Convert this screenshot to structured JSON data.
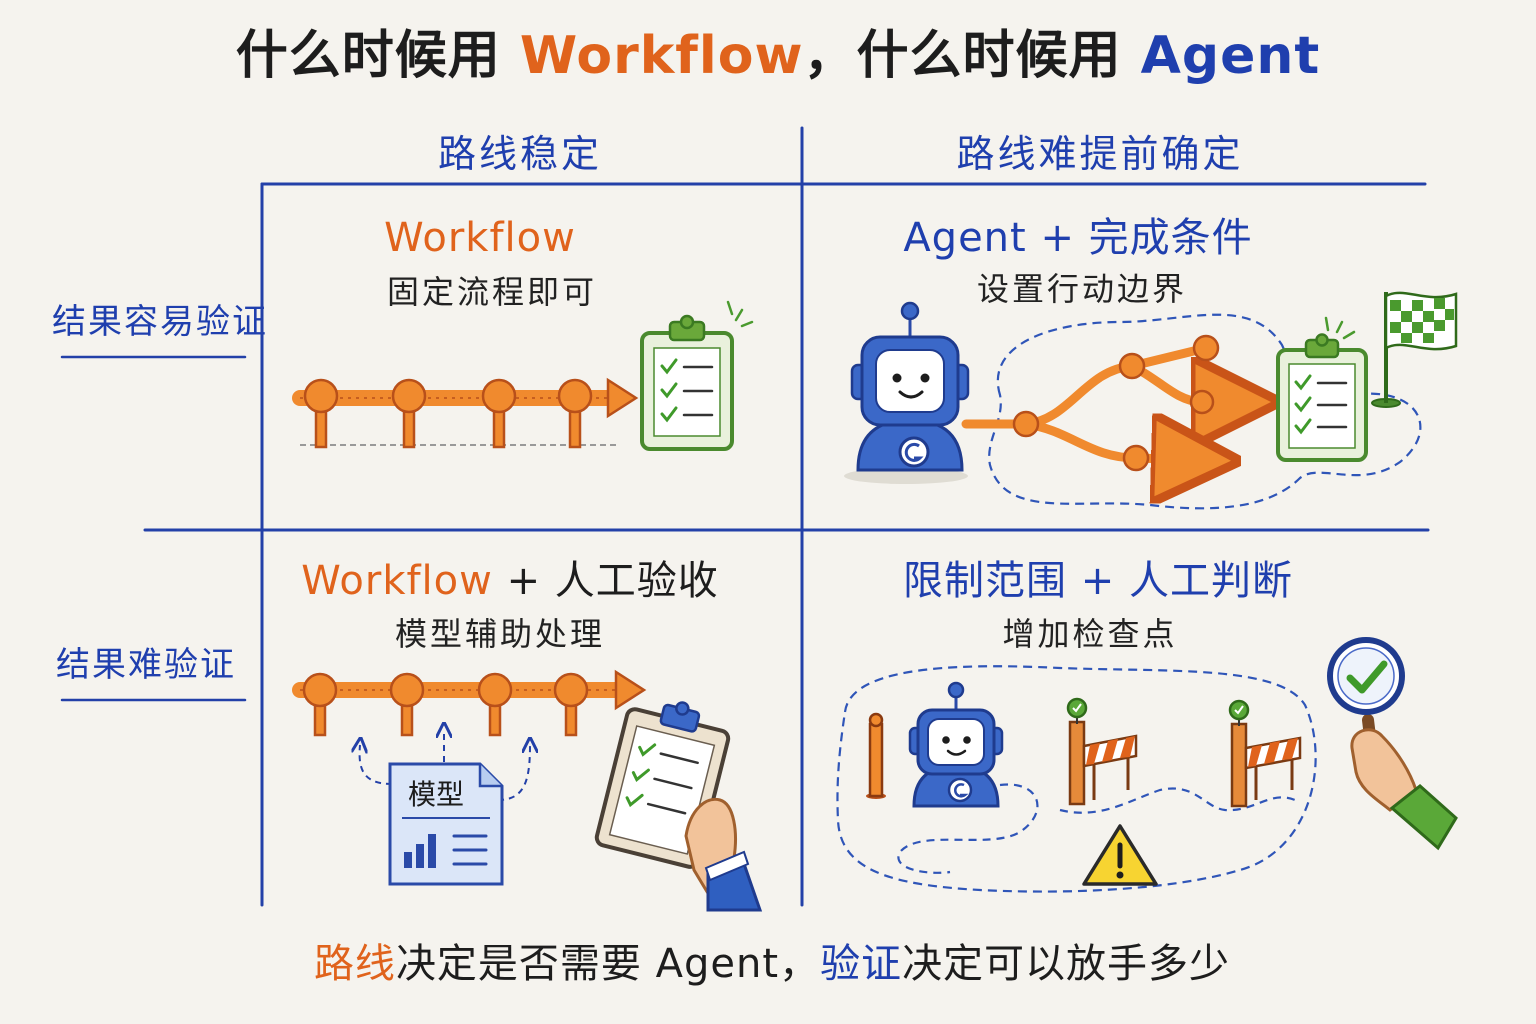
{
  "title": {
    "prefix": "什么时候用 ",
    "workflow": "Workflow",
    "middle": "，什么时候用 ",
    "agent": "Agent"
  },
  "columns": {
    "left": "路线稳定",
    "right": "路线难提前确定"
  },
  "rows": {
    "top": "结果容易验证",
    "bottom": "结果难验证"
  },
  "quadrants": {
    "tl": {
      "title": "Workflow",
      "subtitle": "固定流程即可"
    },
    "tr": {
      "title_a": "Agent",
      "title_b": " + 完成条件",
      "subtitle": "设置行动边界"
    },
    "bl": {
      "title_a": "Workflow",
      "title_b": " + 人工验收",
      "subtitle": "模型辅助处理",
      "model_label": "模型"
    },
    "br": {
      "title_a": "限制范围",
      "title_b": " + 人工判断",
      "subtitle": "增加检查点"
    }
  },
  "footer": {
    "p1": "路线",
    "p2": "决定是否需要 Agent，",
    "p3": "验证",
    "p4": "决定可以放手多少"
  },
  "colors": {
    "orange": "#e0631c",
    "blue": "#1f3fae",
    "green": "#4a9a2e",
    "grid": "#2340a8"
  },
  "icons": [
    "clipboard-icon",
    "robot-icon",
    "checkered-flag-icon",
    "document-icon",
    "hand-icon",
    "barrier-icon",
    "warning-icon",
    "magnifier-check-icon"
  ]
}
